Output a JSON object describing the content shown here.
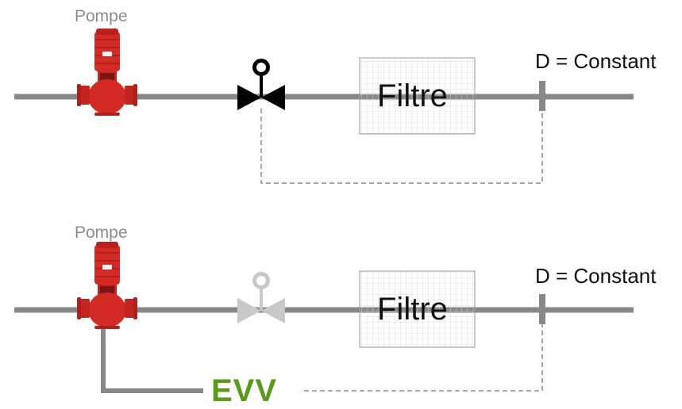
{
  "diagrams": [
    {
      "pump_label": "Pompe",
      "filter_label": "Filtre",
      "sensor_label": "D = Constant",
      "valve_state": "active"
    },
    {
      "pump_label": "Pompe",
      "filter_label": "Filtre",
      "sensor_label": "D = Constant",
      "valve_state": "inactive",
      "controller_label": "EVV"
    }
  ],
  "colors": {
    "pipe": "#888888",
    "pump": "#d42a26",
    "valve_active": "#000000",
    "valve_inactive": "#c8c8c8",
    "controller": "#5a9a1a",
    "signal_line": "#888888"
  }
}
